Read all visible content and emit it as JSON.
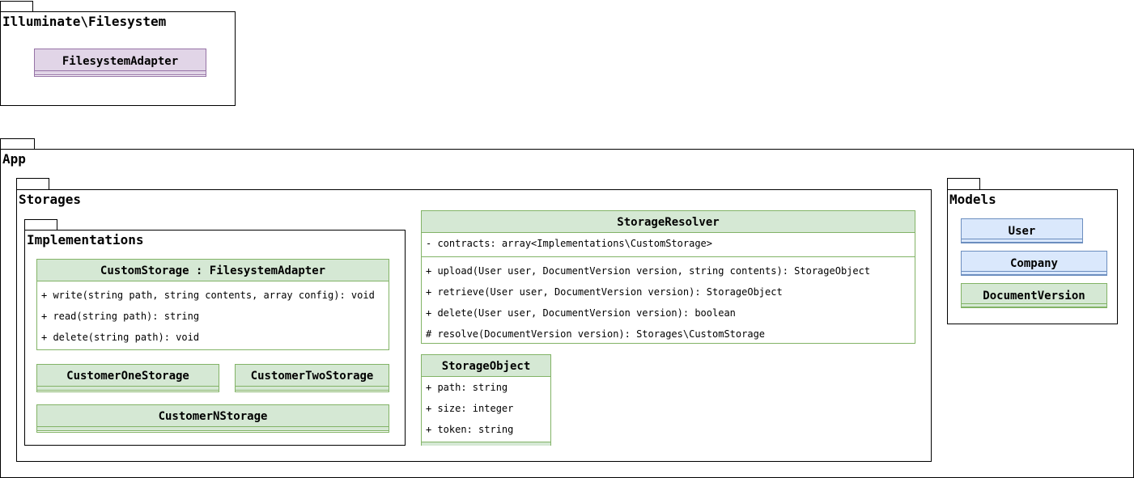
{
  "packages": {
    "illuminate": {
      "title": "Illuminate\\Filesystem"
    },
    "app": {
      "title": "App"
    },
    "storages": {
      "title": "Storages"
    },
    "implementations": {
      "title": "Implementations"
    },
    "models": {
      "title": "Models"
    }
  },
  "classes": {
    "filesystem_adapter": {
      "name": "FilesystemAdapter"
    },
    "custom_storage": {
      "name": "CustomStorage : FilesystemAdapter",
      "methods": [
        "+ write(string path, string contents, array config): void",
        "+ read(string path): string",
        "+ delete(string path): void"
      ]
    },
    "customer_one_storage": {
      "name": "CustomerOneStorage"
    },
    "customer_two_storage": {
      "name": "CustomerTwoStorage"
    },
    "customer_n_storage": {
      "name": "CustomerNStorage"
    },
    "storage_resolver": {
      "name": "StorageResolver",
      "attributes": [
        "- contracts: array<Implementations\\CustomStorage>"
      ],
      "methods": [
        "+ upload(User user, DocumentVersion version, string contents): StorageObject",
        "+ retrieve(User user, DocumentVersion version): StorageObject",
        "+ delete(User user, DocumentVersion version): boolean",
        "# resolve(DocumentVersion version): Storages\\CustomStorage"
      ]
    },
    "storage_object": {
      "name": "StorageObject",
      "attributes": [
        "+ path: string",
        "+ size: integer",
        "+ token: string"
      ]
    },
    "user": {
      "name": "User"
    },
    "company": {
      "name": "Company"
    },
    "document_version": {
      "name": "DocumentVersion"
    }
  },
  "colors": {
    "green_fill": "#d5e8d4",
    "green_stroke": "#82b366",
    "purple_fill": "#e1d5e7",
    "purple_stroke": "#9673a6",
    "blue_fill": "#dae8fc",
    "blue_stroke": "#6c8ebf"
  }
}
